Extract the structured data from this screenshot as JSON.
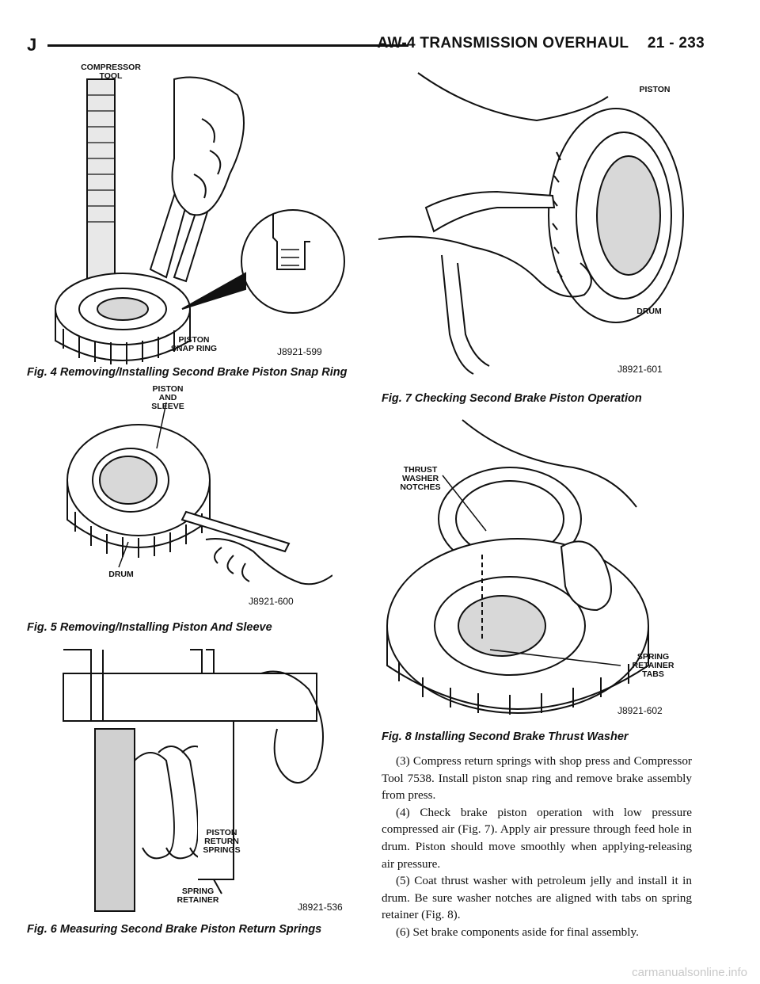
{
  "header": {
    "section_letter": "J",
    "title": "AW-4 TRANSMISSION OVERHAUL",
    "page": "21 - 233"
  },
  "figures": {
    "fig4": {
      "caption": "Fig. 4 Removing/Installing Second Brake Piston Snap Ring",
      "labels": {
        "compressor": "COMPRESSOR\nTOOL",
        "snap_ring": "PISTON\nSNAP RING"
      },
      "code": "J8921-599"
    },
    "fig5": {
      "caption": "Fig. 5 Removing/Installing Piston And Sleeve",
      "labels": {
        "piston": "PISTON\nAND\nSLEEVE",
        "drum": "DRUM"
      },
      "code": "J8921-600"
    },
    "fig6": {
      "caption": "Fig. 6 Measuring Second Brake Piston Return Springs",
      "labels": {
        "springs": "PISTON\nRETURN\nSPRINGS",
        "retainer": "SPRING\nRETAINER"
      },
      "code": "J8921-536"
    },
    "fig7": {
      "caption": "Fig. 7 Checking Second Brake Piston Operation",
      "labels": {
        "piston": "PISTON",
        "drum": "DRUM"
      },
      "code": "J8921-601"
    },
    "fig8": {
      "caption": "Fig. 8 Installing Second Brake Thrust Washer",
      "labels": {
        "notches": "THRUST\nWASHER\nNOTCHES",
        "tabs": "SPRING\nRETAINER\nTABS"
      },
      "code": "J8921-602"
    }
  },
  "steps": [
    "(3) Compress return springs with shop press and Compressor Tool 7538. Install piston snap ring and remove brake assembly from press.",
    "(4) Check brake piston operation with low pressure compressed air (Fig. 7). Apply air pressure through feed hole in drum. Piston should move smoothly when applying-releasing air pressure.",
    "(5) Coat thrust washer with petroleum jelly and install it in drum. Be sure washer notches are aligned with tabs on spring retainer (Fig. 8).",
    "(6) Set brake components aside for final assembly."
  ],
  "watermark": "carmanualsonline.info"
}
